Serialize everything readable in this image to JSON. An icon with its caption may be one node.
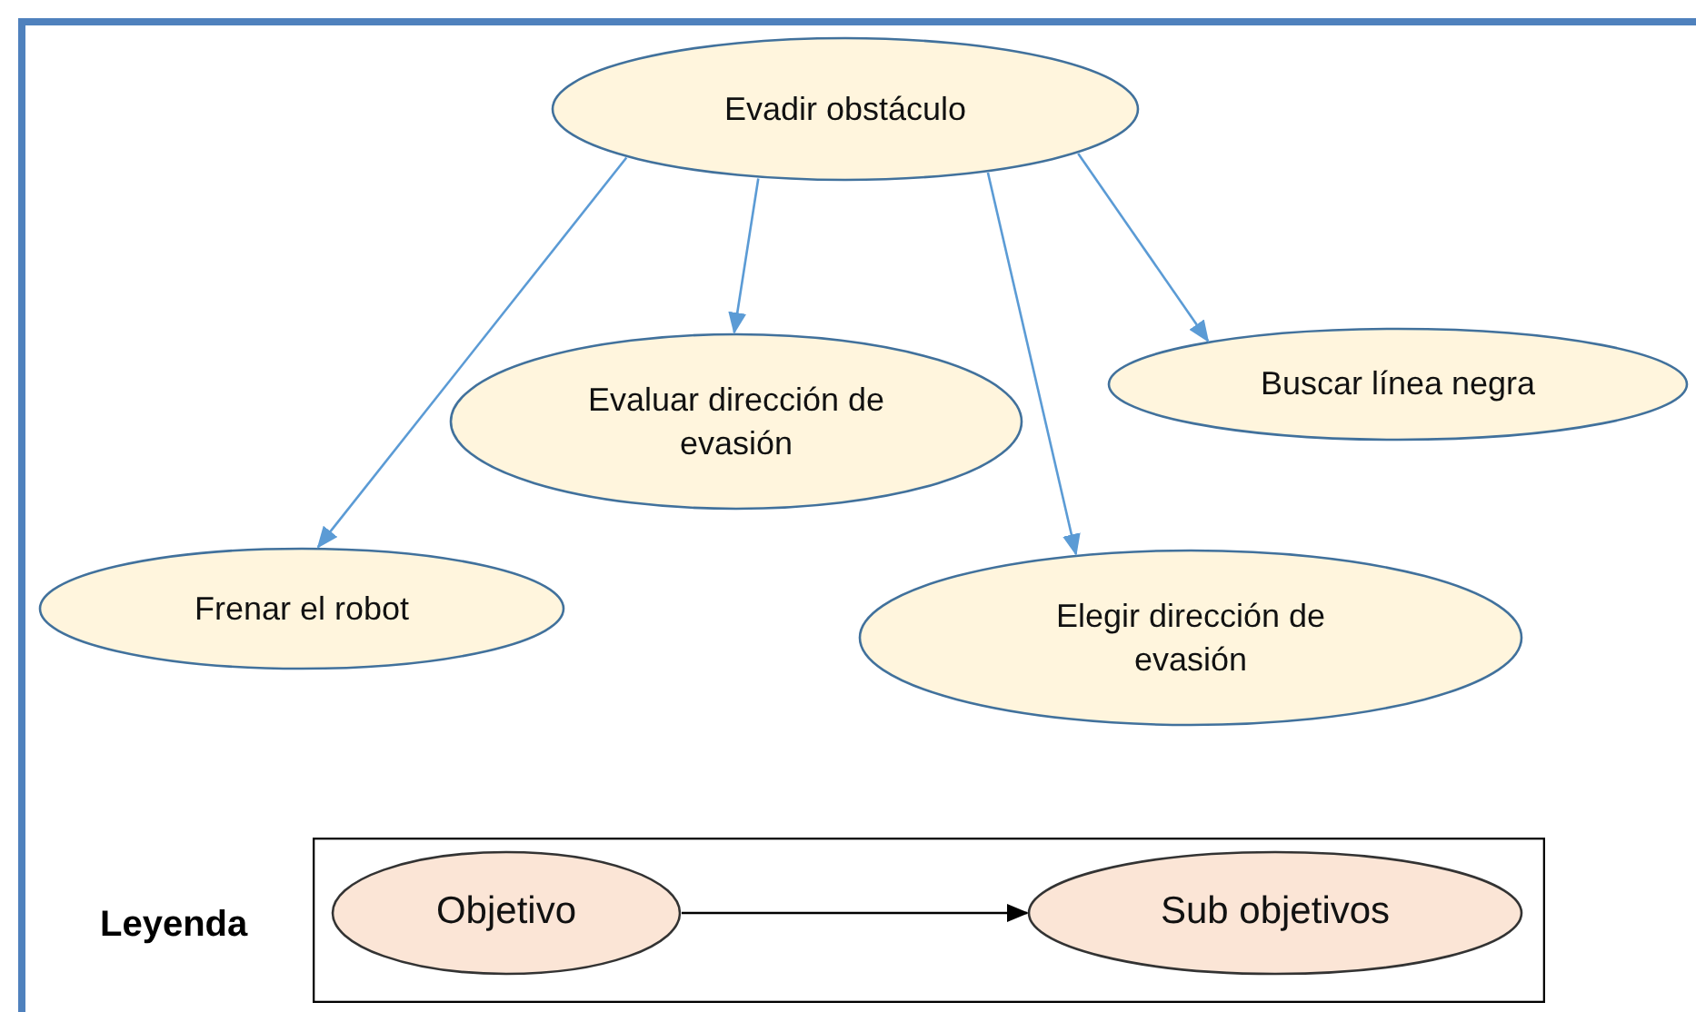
{
  "diagram": {
    "nodes": [
      {
        "text": [
          "Evadir obstáculo"
        ]
      },
      {
        "text": [
          "Evaluar dirección de evasión"
        ]
      },
      {
        "text": [
          "Buscar línea negra"
        ]
      },
      {
        "text": [
          "Frenar el robot"
        ]
      },
      {
        "text": [
          "Elegir dirección de evasión"
        ]
      },
      {
        "text": [],
        "shape": "box"
      },
      {
        "text": [
          "Objetivo"
        ],
        "in": 5
      },
      {
        "text": [
          "Sub objetivos"
        ],
        "in": 5
      }
    ],
    "edges": [
      {
        "from": 0,
        "to": 3,
        "arrow": "to"
      },
      {
        "from": 0,
        "to": 1,
        "arrow": "to"
      },
      {
        "from": 0,
        "to": 4,
        "arrow": "to"
      },
      {
        "from": 0,
        "to": 2,
        "arrow": "to"
      },
      {
        "from": 6,
        "to": 7,
        "arrow": "to",
        "color": "#000000"
      }
    ],
    "labels": [
      "Leyenda"
    ]
  }
}
